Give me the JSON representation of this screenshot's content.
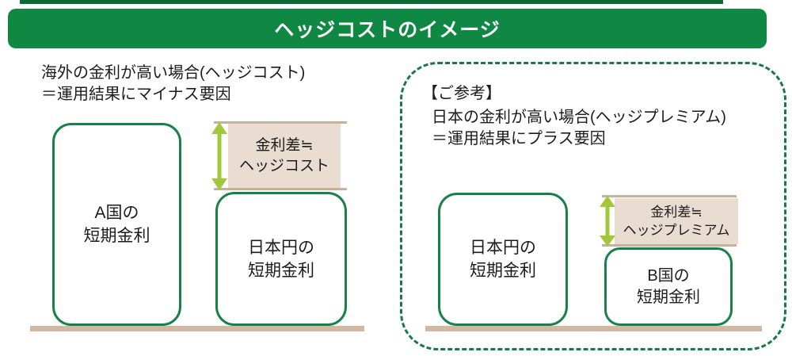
{
  "title": "ヘッジコストのイメージ",
  "colors": {
    "title_bar_green": "#0e8843",
    "top_strip_green": "#0a6b35",
    "box_border_green": "#178149",
    "dashed_border_green": "#17784a",
    "gap_box_beige": "#e8ddd0",
    "rail_tan": "#c6b29a",
    "baseline_tan": "#d1b89e",
    "arrow_lime_green": "#a2c73b",
    "text_black": "#1c1c1c"
  },
  "left_section": {
    "heading": "海外の金利が高い場合(ヘッジコスト)\n＝運用結果にマイナス要因",
    "box_a_label": "A国の\n短期金利",
    "box_jpy_label": "日本円の\n短期金利",
    "gap_label": "金利差≒\nヘッジコスト"
  },
  "right_section": {
    "reference_tag": "【ご参考】",
    "heading": "日本の金利が高い場合(ヘッジプレミアム)\n＝運用結果にプラス要因",
    "box_jpy_label": "日本円の\n短期金利",
    "box_b_label": "B国の\n短期金利",
    "gap_label": "金利差≒\nヘッジプレミアム"
  },
  "icons": {
    "left_gap_arrow": "double-headed-vertical-arrow",
    "right_gap_arrow": "double-headed-vertical-arrow"
  }
}
